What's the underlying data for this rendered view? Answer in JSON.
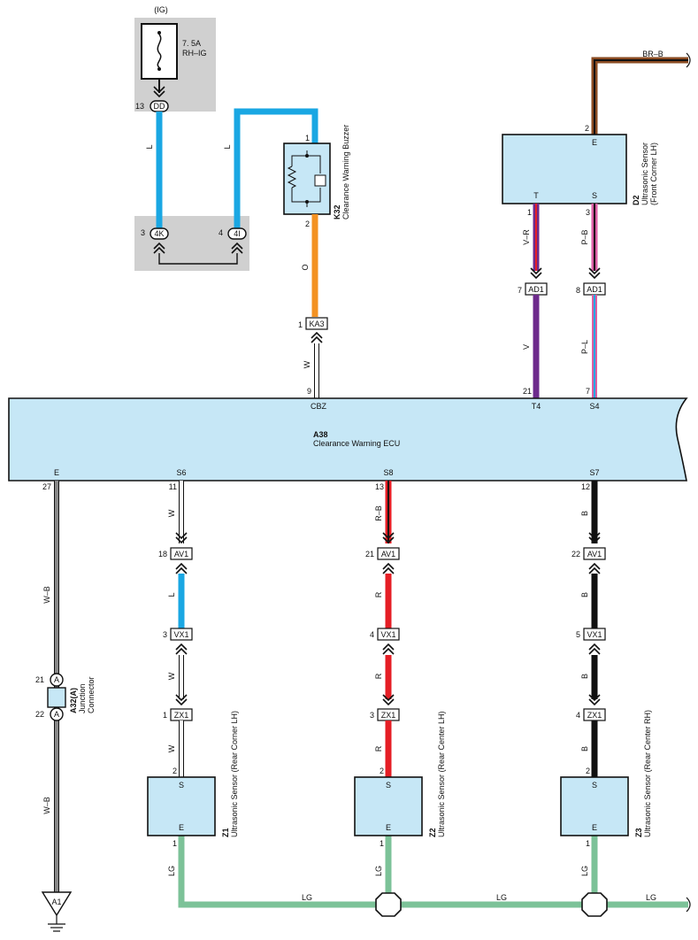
{
  "colors": {
    "L": "#1aa7e3",
    "O": "#f39223",
    "V": "#6d2a8c",
    "R": "#e51e25",
    "B": "#111111",
    "W": "#ffffff",
    "LG": "#7cc298",
    "P": "#d95fa4",
    "BR": "#8a4b22",
    "component_fill": "#c6e7f6",
    "shade": "#d0d0d0"
  },
  "power": {
    "source": "(IG)",
    "fuse_rating": "7. 5A",
    "fuse_name": "RH–IG",
    "pin": "13",
    "connector": "DD"
  },
  "junction_top": {
    "left_pin": "3",
    "left_conn": "4K",
    "right_pin": "4",
    "right_conn": "4I",
    "wire_left": "L",
    "wire_right": "L"
  },
  "buzzer": {
    "code": "K32",
    "name": "Clearance Warning Buzzer",
    "pin_top": "1",
    "pin_bottom": "2",
    "wire": "O",
    "conn_pin": "1",
    "conn": "KA3",
    "wire_below": "W",
    "ecu_pin": "9"
  },
  "front_sensor": {
    "code": "D2",
    "name": "Ultrasonic Sensor",
    "location": "(Front Corner LH)",
    "terminal_top": "E",
    "pin_top": "2",
    "top_wire": "BR–B",
    "terminal_t": "T",
    "terminal_s": "S",
    "pin_t": "1",
    "pin_s": "3",
    "wire_t": "V–R",
    "wire_s": "P–B",
    "conn_t_pin": "7",
    "conn_t": "AD1",
    "conn_s_pin": "8",
    "conn_s": "AD1",
    "wire_t_below": "V",
    "wire_s_below": "P–L",
    "ecu_pin_t": "21",
    "ecu_pin_s": "7"
  },
  "ecu": {
    "code": "A38",
    "name": "Clearance Warning ECU",
    "term_cbz": "CBZ",
    "term_t4": "T4",
    "term_s4": "S4",
    "term_e": "E",
    "term_s6": "S6",
    "term_s8": "S8",
    "term_s7": "S7",
    "pin_e": "27",
    "pin_s6": "11",
    "pin_s8": "13",
    "pin_s7": "12"
  },
  "junction_connector": {
    "code": "A32(A)",
    "name_line1": "Junction",
    "name_line2": "Connector",
    "pin_top": "21",
    "pin_bottom": "22",
    "letter": "A",
    "wire": "W–B",
    "ground": "A1"
  },
  "rear_sensors": [
    {
      "code": "Z1",
      "name": "Ultrasonic Sensor (Rear Corner LH)",
      "wire_ecu": "W",
      "av_pin": "18",
      "av_conn": "AV1",
      "wire_mid": "L",
      "vx_pin": "3",
      "vx_conn": "VX1",
      "wire_vx": "W",
      "zx_pin": "1",
      "zx_conn": "ZX1",
      "wire_zx": "W",
      "sensor_pin": "2",
      "term_s": "S",
      "term_e": "E",
      "pin_e": "1",
      "wire_gnd": "LG"
    },
    {
      "code": "Z2",
      "name": "Ultrasonic Sensor (Rear Center LH)",
      "wire_ecu": "R–B",
      "av_pin": "21",
      "av_conn": "AV1",
      "wire_mid": "R",
      "vx_pin": "4",
      "vx_conn": "VX1",
      "wire_vx": "R",
      "zx_pin": "3",
      "zx_conn": "ZX1",
      "wire_zx": "R",
      "sensor_pin": "2",
      "term_s": "S",
      "term_e": "E",
      "pin_e": "1",
      "wire_gnd": "LG"
    },
    {
      "code": "Z3",
      "name": "Ultrasonic Sensor (Rear Center RH)",
      "wire_ecu": "B",
      "av_pin": "22",
      "av_conn": "AV1",
      "wire_mid": "B",
      "vx_pin": "5",
      "vx_conn": "VX1",
      "wire_vx": "B",
      "zx_pin": "4",
      "zx_conn": "ZX1",
      "wire_zx": "B",
      "sensor_pin": "2",
      "term_s": "S",
      "term_e": "E",
      "pin_e": "1",
      "wire_gnd": "LG"
    }
  ],
  "ground_bus": {
    "seg1": "LG",
    "seg2": "LG",
    "seg3": "LG"
  }
}
